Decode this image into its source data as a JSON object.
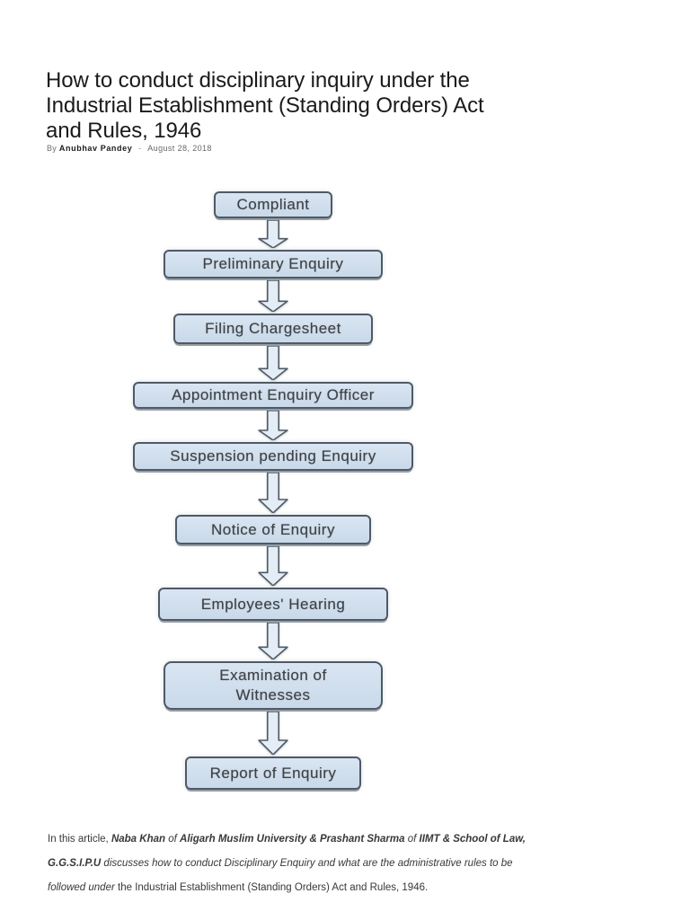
{
  "article": {
    "title": "How to conduct disciplinary inquiry under the Industrial Establishment (Standing Orders) Act and Rules, 1946",
    "byline": {
      "by_label": "By",
      "author": "Anubhav Pandey",
      "separator": "-",
      "date": "August 28, 2018"
    }
  },
  "flowchart": {
    "type": "flowchart",
    "direction": "top-down",
    "connector": "block-down-arrow",
    "steps": [
      {
        "label": "Compliant"
      },
      {
        "label": "Preliminary Enquiry"
      },
      {
        "label": "Filing Chargesheet"
      },
      {
        "label": "Appointment Enquiry Officer"
      },
      {
        "label": "Suspension pending Enquiry"
      },
      {
        "label": "Notice of Enquiry"
      },
      {
        "label": "Employees' Hearing"
      },
      {
        "label": "Examination of\nWitnesses"
      },
      {
        "label": "Report of Enquiry"
      }
    ],
    "colors": {
      "box_fill": "#cfdeee",
      "box_border": "#4e5a66",
      "arrow_fill": "#e4edf6",
      "box_text": "#3d4145"
    }
  },
  "footer": {
    "segments": [
      {
        "text": "In this article, ",
        "style": "regular"
      },
      {
        "text": "Naba Khan",
        "style": "bold-italic"
      },
      {
        "text": " of ",
        "style": "italic"
      },
      {
        "text": "Aligarh Muslim University & Prashant Sharma",
        "style": "bold-italic"
      },
      {
        "text": " of ",
        "style": "italic"
      },
      {
        "text": "IIMT & School of Law, G.G.S.I.P.U",
        "style": "bold-italic"
      },
      {
        "text": " discusses how to conduct Disciplinary Enquiry and what are the administrative rules to be followed under",
        "style": "italic"
      },
      {
        "text": " the Industrial Establishment (Standing Orders) Act and Rules, 1946.",
        "style": "regular"
      }
    ]
  }
}
